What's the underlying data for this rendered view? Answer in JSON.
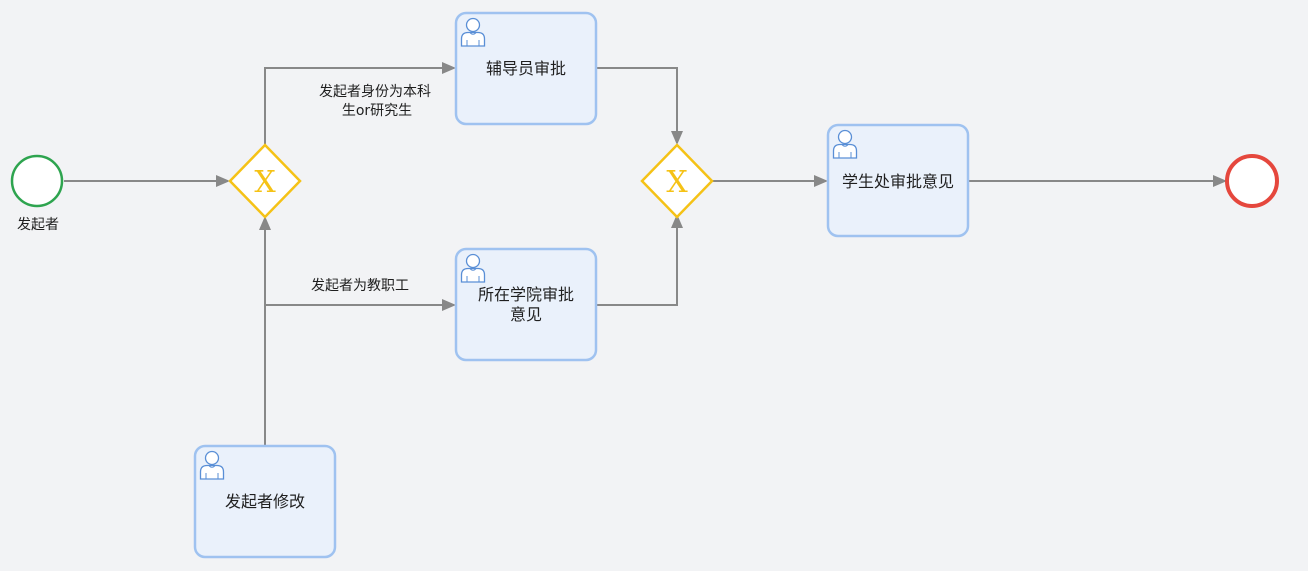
{
  "diagram": {
    "start_event": {
      "label": "发起者",
      "color": "#2ea44f"
    },
    "end_event": {
      "label": "",
      "color": "#e5473d"
    },
    "gateways": [
      {
        "id": "gw-split",
        "type": "exclusive",
        "symbol": "X",
        "color": "#f5c216"
      },
      {
        "id": "gw-join",
        "type": "exclusive",
        "symbol": "X",
        "color": "#f5c216"
      }
    ],
    "tasks": [
      {
        "id": "task-counselor",
        "label": "辅导员审批",
        "type": "user-task"
      },
      {
        "id": "task-college",
        "label_line1": "所在学院审批",
        "label_line2": "意见",
        "type": "user-task"
      },
      {
        "id": "task-student-office",
        "label": "学生处审批意见",
        "type": "user-task"
      },
      {
        "id": "task-initiator-modify",
        "label": "发起者修改",
        "type": "user-task"
      }
    ],
    "flows": [
      {
        "id": "flow-student",
        "label_line1": "发起者身份为本科",
        "label_line2": "生or研究生"
      },
      {
        "id": "flow-staff",
        "label": "发起者为教职工"
      }
    ],
    "colors": {
      "task_fill": "#eaf1fb",
      "task_stroke": "#9fc2f0",
      "edge": "#888888",
      "user_icon": "#5a8fd6"
    }
  }
}
